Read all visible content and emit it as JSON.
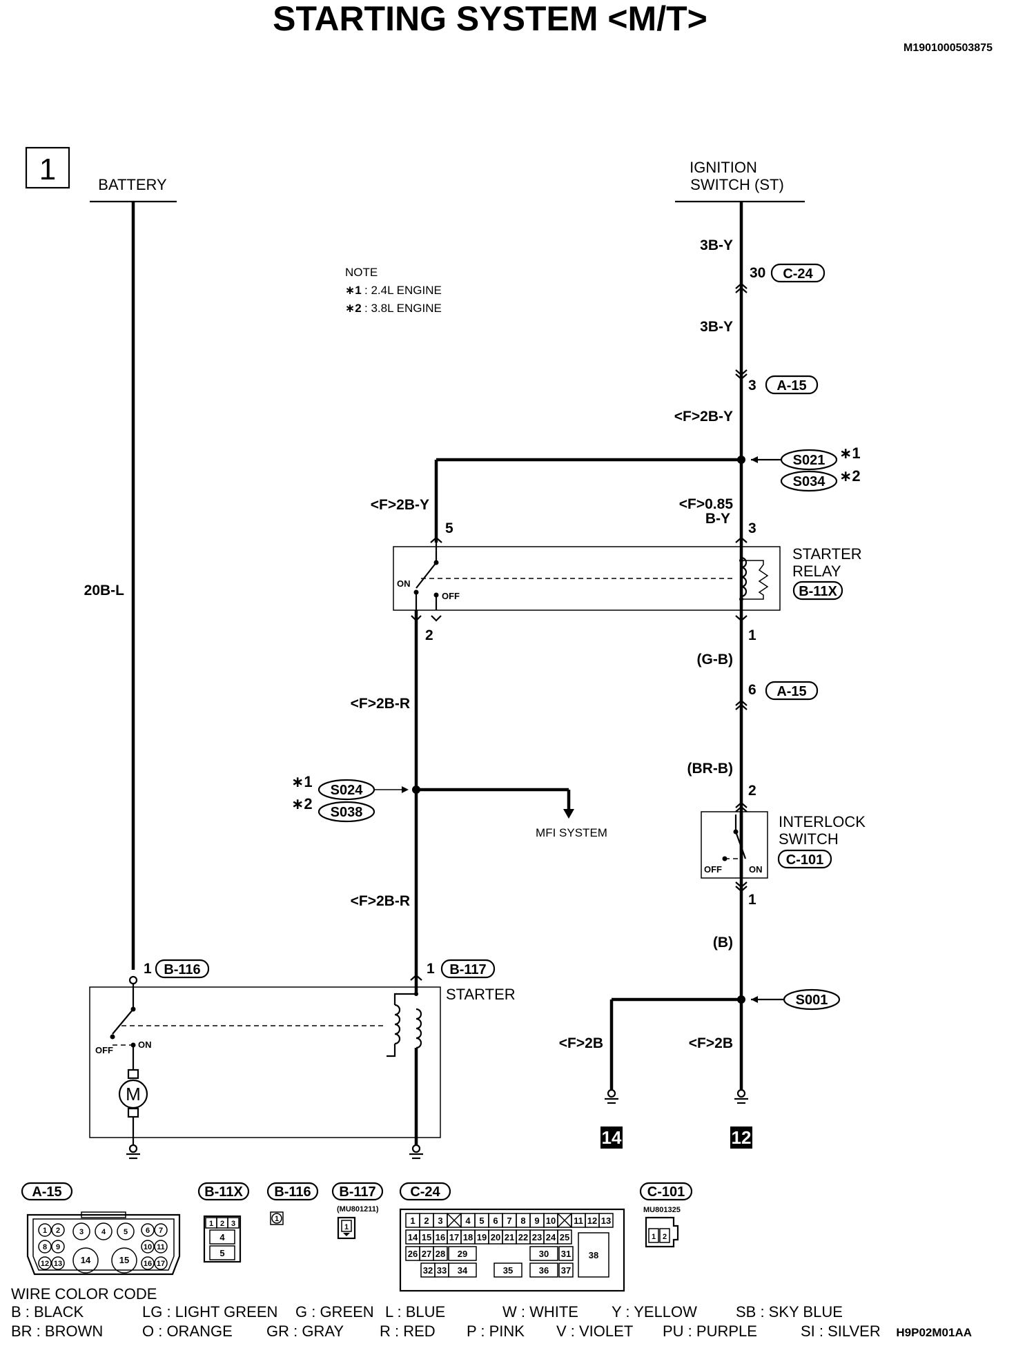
{
  "title": "STARTING SYSTEM <M/T>",
  "doc_code": "M1901000503875",
  "figure_code": "H9P02M01AA",
  "page_number": "1",
  "components": {
    "battery": "BATTERY",
    "ignition_switch": [
      "IGNITION",
      "SWITCH (ST)"
    ],
    "starter_relay": [
      "STARTER",
      "RELAY"
    ],
    "starter_relay_conn": "B-11X",
    "interlock_switch": [
      "INTERLOCK",
      "SWITCH"
    ],
    "interlock_switch_conn": "C-101",
    "starter": "STARTER",
    "mfi_system": "MFI SYSTEM"
  },
  "note": {
    "heading": "NOTE",
    "items": [
      {
        "mark": "∗1",
        "text": ": 2.4L ENGINE"
      },
      {
        "mark": "∗2",
        "text": ": 3.8L ENGINE"
      }
    ]
  },
  "wires": {
    "battery_line": "20B-L",
    "ign_1": "3B-Y",
    "ign_2": "3B-Y",
    "ign_3": "<F>2B-Y",
    "relay_left_in": "<F>2B-Y",
    "relay_right_in": [
      "<F>0.85",
      "B-Y"
    ],
    "relay_out_left": "<F>2B-R",
    "starter_feed": "<F>2B-R",
    "relay_to_a15": "(G-B)",
    "a15_to_interlock": "(BR-B)",
    "interlock_out": "(B)",
    "ground_left": "<F>2B",
    "ground_right": "<F>2B"
  },
  "pins": {
    "c24_pin": "30",
    "a15_pin_top": "3",
    "relay_pin5": "5",
    "relay_pin3": "3",
    "relay_pin2": "2",
    "relay_pin1": "1",
    "a15_pin_mid": "6",
    "interlock_pin2": "2",
    "interlock_pin1": "1",
    "b116_pin": "1",
    "b117_pin": "1"
  },
  "connectors": {
    "c24": "C-24",
    "a15_top": "A-15",
    "a15_mid": "A-15",
    "b116": "B-116",
    "b117": "B-117"
  },
  "splices": {
    "s021": "S021",
    "s034": "S034",
    "s024": "S024",
    "s038": "S038",
    "s001": "S001"
  },
  "splice_marks": [
    "∗1",
    "∗2"
  ],
  "switch_labels": {
    "on": "ON",
    "off": "OFF"
  },
  "motor_symbol": "M",
  "ground_refs": [
    "14",
    "12"
  ],
  "connector_views": {
    "a15": {
      "label": "A-15",
      "pins": [
        "1",
        "2",
        "3",
        "4",
        "5",
        "6",
        "7",
        "8",
        "9",
        "10",
        "11",
        "12",
        "13",
        "14",
        "15",
        "16",
        "17"
      ]
    },
    "b11x": {
      "label": "B-11X",
      "pins": [
        "1",
        "2",
        "3",
        "4",
        "5"
      ]
    },
    "b116": {
      "label": "B-116",
      "pins": [
        "1"
      ]
    },
    "b117": {
      "label": "B-117",
      "part": "(MU801211)",
      "pins": [
        "1"
      ]
    },
    "c24": {
      "label": "C-24",
      "pins": [
        "1",
        "2",
        "3",
        "4",
        "5",
        "6",
        "7",
        "8",
        "9",
        "10",
        "11",
        "12",
        "13",
        "14",
        "15",
        "16",
        "17",
        "18",
        "19",
        "20",
        "21",
        "22",
        "23",
        "24",
        "25",
        "26",
        "27",
        "28",
        "29",
        "30",
        "31",
        "32",
        "33",
        "34",
        "35",
        "36",
        "37",
        "38"
      ]
    },
    "c101": {
      "label": "C-101",
      "part": "MU801325",
      "pins": [
        "1",
        "2"
      ]
    }
  },
  "wire_color_code": {
    "heading": "WIRE COLOR CODE",
    "row1": [
      "B : BLACK",
      "LG : LIGHT GREEN",
      "G : GREEN",
      "L : BLUE",
      "W : WHITE",
      "Y : YELLOW",
      "SB : SKY BLUE"
    ],
    "row2": [
      "BR : BROWN",
      "O : ORANGE",
      "GR : GRAY",
      "R : RED",
      "P : PINK",
      "V : VIOLET",
      "PU : PURPLE",
      "SI : SILVER"
    ]
  }
}
